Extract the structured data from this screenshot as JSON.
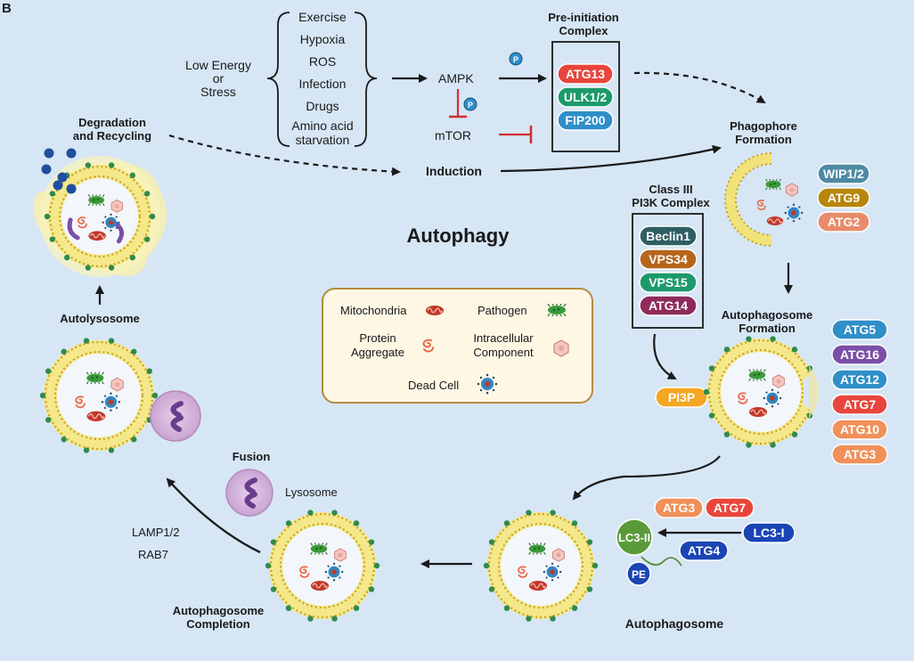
{
  "panel_label": "B",
  "title": "Autophagy",
  "stress": {
    "label_lines": [
      "Low Energy",
      "or",
      "Stress"
    ],
    "triggers": [
      "Exercise",
      "Hypoxia",
      "ROS",
      "Infection",
      "Drugs",
      "Amino acid",
      "starvation"
    ]
  },
  "signaling": {
    "ampk": "AMPK",
    "mtor": "mTOR",
    "phospho": "P",
    "induction": "Induction"
  },
  "preinit": {
    "title_lines": [
      "Pre-initiation",
      "Complex"
    ],
    "proteins": [
      {
        "label": "ATG13",
        "color": "#e8453c"
      },
      {
        "label": "ULK1/2",
        "color": "#1d9a6c"
      },
      {
        "label": "FIP200",
        "color": "#2f8fc9"
      }
    ]
  },
  "phagophore": {
    "title_lines": [
      "Phagophore",
      "Formation"
    ],
    "proteins": [
      {
        "label": "WIP1/2",
        "color": "#4e8aa3"
      },
      {
        "label": "ATG9",
        "color": "#b8860b"
      },
      {
        "label": "ATG2",
        "color": "#e88b6a"
      }
    ]
  },
  "pi3k": {
    "title_lines": [
      "Class III",
      "PI3K Complex"
    ],
    "proteins": [
      {
        "label": "Beclin1",
        "color": "#2e5e63"
      },
      {
        "label": "VPS34",
        "color": "#b5651d"
      },
      {
        "label": "VPS15",
        "color": "#1d9a6c"
      },
      {
        "label": "ATG14",
        "color": "#8e2a5c"
      }
    ],
    "product": {
      "label": "PI3P",
      "color": "#f5a623"
    }
  },
  "autophagosome_formation": {
    "title_lines": [
      "Autophagosome",
      "Formation"
    ],
    "proteins": [
      {
        "label": "ATG5",
        "color": "#2f8fc9"
      },
      {
        "label": "ATG16",
        "color": "#7b4fa8"
      },
      {
        "label": "ATG12",
        "color": "#2f8fc9"
      },
      {
        "label": "ATG7",
        "color": "#e8453c"
      },
      {
        "label": "ATG10",
        "color": "#f0905a"
      },
      {
        "label": "ATG3",
        "color": "#f0905a"
      }
    ]
  },
  "lc3": {
    "atg3": "ATG3",
    "atg7": "ATG7",
    "atg4": "ATG4",
    "lc3i": "LC3-I",
    "lc3ii": "LC3-II",
    "pe": "PE",
    "atg3_color": "#f0905a",
    "atg7_color": "#e8453c",
    "atg4_color": "#1b45b5",
    "lc3i_color": "#1b45b5",
    "lc3ii_color": "#5a9a3a",
    "pe_color": "#1b45b5"
  },
  "stages": {
    "autophagosome": "Autophagosome",
    "completion_lines": [
      "Autophagosome",
      "Completion"
    ],
    "fusion": "Fusion",
    "lysosome": "Lysosome",
    "lamp": "LAMP1/2",
    "rab7": "RAB7",
    "autolysosome": "Autolysosome",
    "degradation_lines": [
      "Degradation",
      "and Recycling"
    ]
  },
  "legend": {
    "mitochondria": "Mitochondria",
    "pathogen": "Pathogen",
    "protein_lines": [
      "Protein",
      "Aggregate"
    ],
    "intracellular_lines": [
      "Intracellular",
      "Component"
    ],
    "dead_cell": "Dead Cell"
  }
}
